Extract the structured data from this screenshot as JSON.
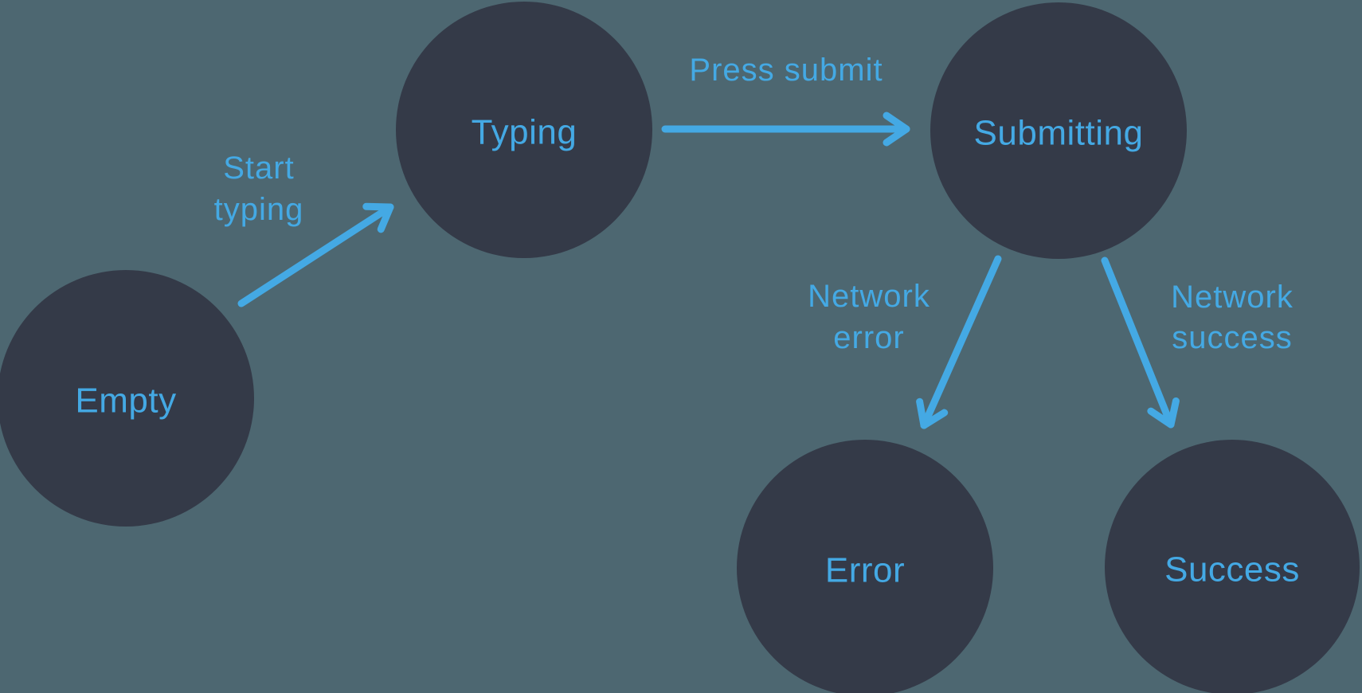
{
  "diagram": {
    "type": "state-machine",
    "states": [
      {
        "id": "empty",
        "label": "Empty"
      },
      {
        "id": "typing",
        "label": "Typing"
      },
      {
        "id": "submitting",
        "label": "Submitting"
      },
      {
        "id": "error",
        "label": "Error"
      },
      {
        "id": "success",
        "label": "Success"
      }
    ],
    "transitions": [
      {
        "from": "empty",
        "to": "typing",
        "label": "Start typing",
        "label_lines": [
          "Start",
          "typing"
        ]
      },
      {
        "from": "typing",
        "to": "submitting",
        "label": "Press submit",
        "label_lines": [
          "Press submit"
        ]
      },
      {
        "from": "submitting",
        "to": "error",
        "label": "Network error",
        "label_lines": [
          "Network",
          "error"
        ]
      },
      {
        "from": "submitting",
        "to": "success",
        "label": "Network success",
        "label_lines": [
          "Network",
          "success"
        ]
      }
    ],
    "colors": {
      "background": "#4d6771",
      "node_fill": "#343a48",
      "accent": "#44a9e4"
    }
  }
}
